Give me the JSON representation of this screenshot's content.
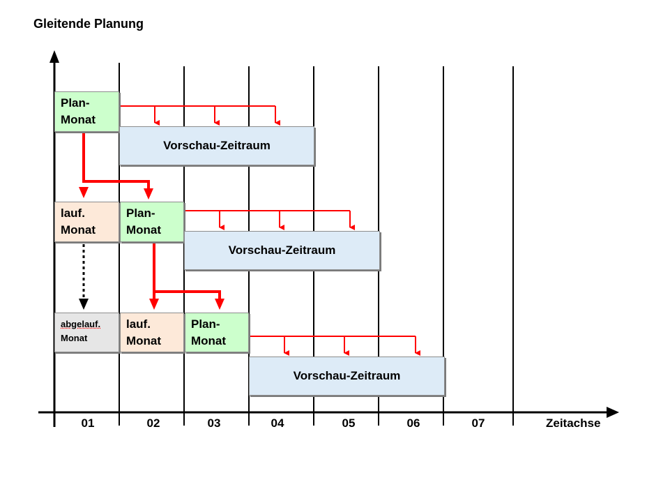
{
  "title": "Gleitende Planung",
  "axis": {
    "name": "Zeitachse",
    "months": [
      "01",
      "02",
      "03",
      "04",
      "05",
      "06",
      "07"
    ]
  },
  "rows": [
    {
      "plan": {
        "line1": "Plan-",
        "line2": "Monat"
      },
      "preview": "Vorschau-Zeitraum"
    },
    {
      "current": {
        "line1": "lauf.",
        "line2": "Monat"
      },
      "plan": {
        "line1": "Plan-",
        "line2": "Monat"
      },
      "preview": "Vorschau-Zeitraum"
    },
    {
      "expired": {
        "line1": "abgelauf.",
        "line2": "Monat"
      },
      "current": {
        "line1": "lauf.",
        "line2": "Monat"
      },
      "plan": {
        "line1": "Plan-",
        "line2": "Monat"
      },
      "preview": "Vorschau-Zeitraum"
    }
  ],
  "colors": {
    "plan": "#ccffcc",
    "current": "#fde9d9",
    "expired": "#e6e6e6",
    "preview": "#ddebf7",
    "arrow": "#ff0000",
    "axis": "#000000"
  }
}
